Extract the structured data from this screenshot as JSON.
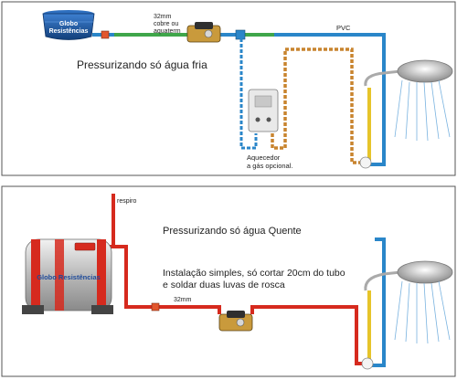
{
  "top_panel": {
    "tank_brand": "Globo",
    "tank_brand2": "Resistências",
    "pipe_note_1": "32mm",
    "pipe_note_2": "cobre ou",
    "pipe_note_3": "aquaterm",
    "pvc_label": "PVC",
    "heading": "Pressurizando só água fria",
    "heater_note_1": "Aquecedor",
    "heater_note_2": "a gás opcional."
  },
  "bottom_panel": {
    "vent_label": "respiro",
    "boiler_brand": "Globo Resistências",
    "heading": "Pressurizando só água Quente",
    "note_line_1": "Instalação simples, só cortar  20cm do tubo",
    "note_line_2": "e soldar duas luvas de rosca",
    "pipe_note": "32mm"
  },
  "colors": {
    "cold_pipe": "#2a86c9",
    "hot_pipe": "#d62a1e",
    "gas_pipe": "#c8842e",
    "yellow_pipe": "#e6c42a",
    "tank_blue": "#1f5fa8"
  }
}
